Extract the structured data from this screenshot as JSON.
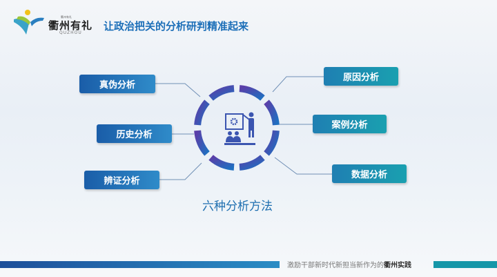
{
  "header": {
    "brand": "衢州有礼",
    "brand_sub": "QUZHOU",
    "brand_top": "衢州有礼",
    "title": "让政治把关的分析研判精准起来"
  },
  "methods": {
    "left": [
      "真伪分析",
      "历史分析",
      "辨证分析"
    ],
    "right": [
      "原因分析",
      "案例分析",
      "数据分析"
    ],
    "center_label": "六种分析方法"
  },
  "footer": {
    "text": "激励干部新时代新担当新作为的",
    "bold": "衢州实践"
  },
  "colors": {
    "ring_start": "#5b3ea8",
    "ring_end": "#1f6fc0",
    "left_box": "#1a5da8",
    "right_box": "#1a9bb0",
    "title": "#1d6fb8"
  }
}
